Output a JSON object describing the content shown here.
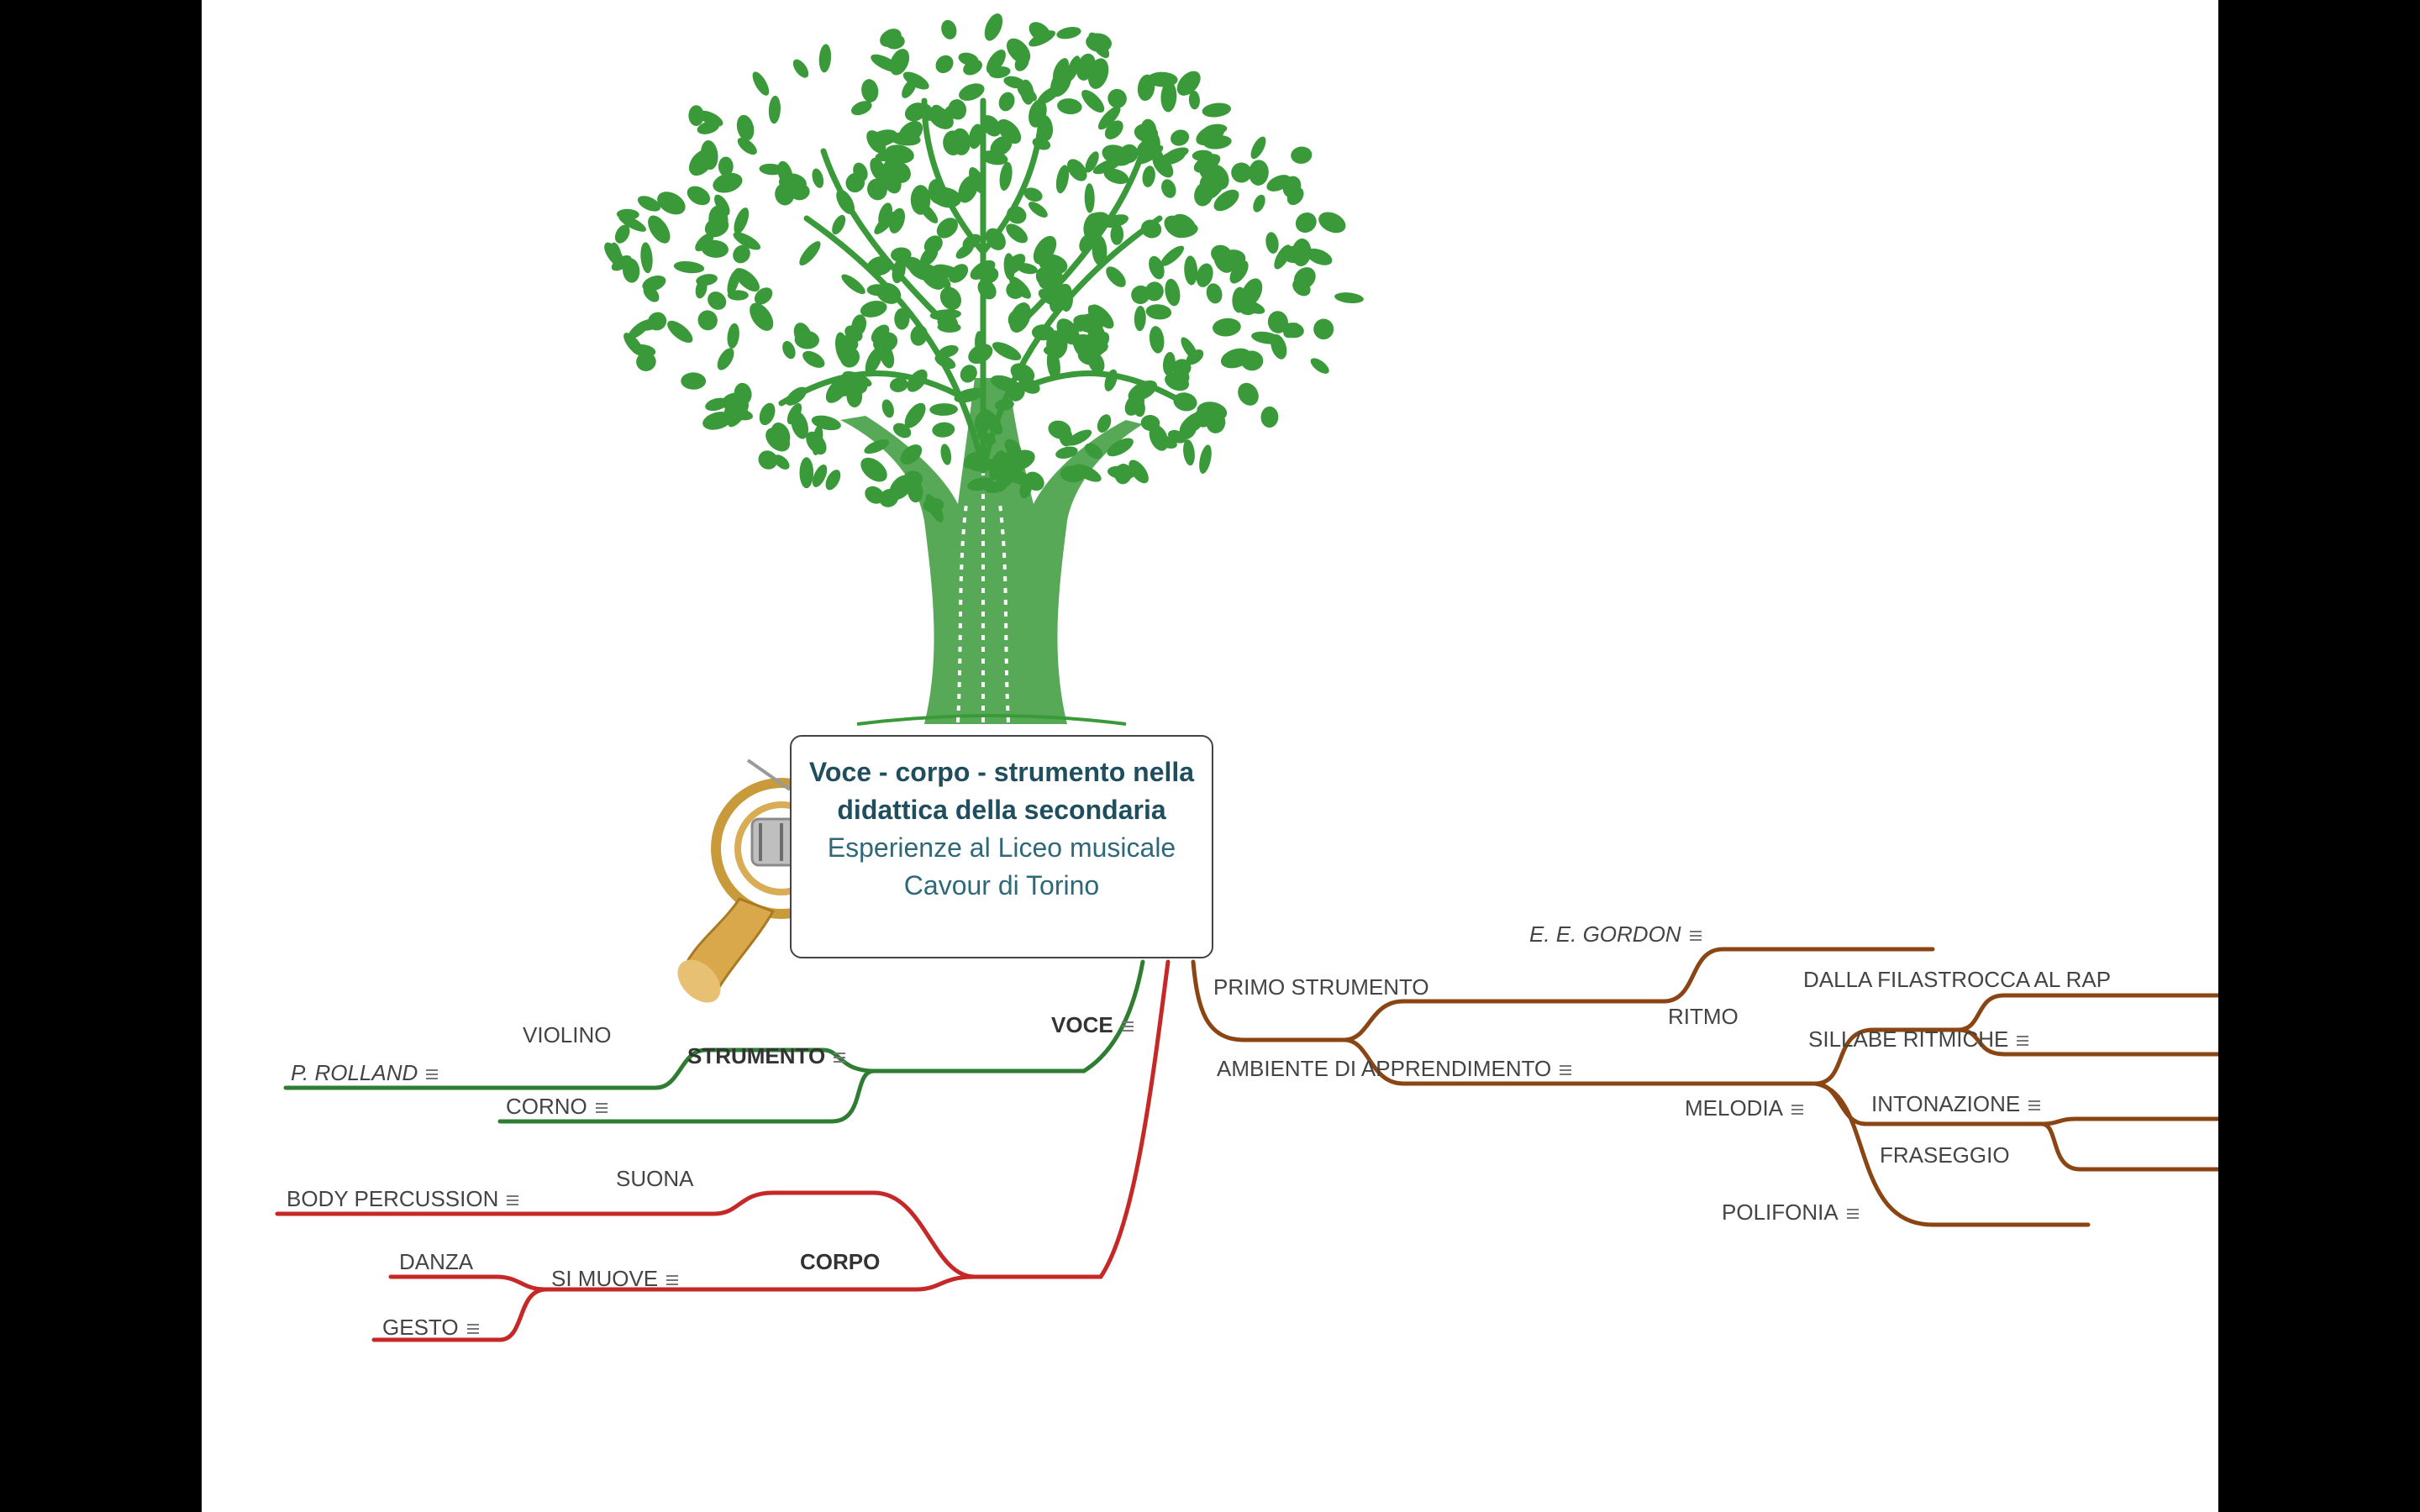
{
  "central_topic": {
    "title": "Voce - corpo - strumento nella didattica della secondaria",
    "subtitle": "Esperienze al Liceo musicale Cavour di Torino"
  },
  "colors": {
    "strumento": "#2e7d32",
    "corpo": "#c62828",
    "voce": "#8b4513",
    "tree": "#3a9a3a",
    "title_text": "#1f4e5e",
    "background": "#000000",
    "canvas": "#ffffff"
  },
  "icons": {
    "note": "note-icon",
    "tree_image": "tree-image",
    "horn_image": "french-horn-image"
  },
  "branches": {
    "strumento": {
      "label": "STRUMENTO",
      "children": {
        "violino": {
          "label": "VIOLINO",
          "children": {
            "rolland": {
              "label": "P. ROLLAND"
            }
          }
        },
        "corno": {
          "label": "CORNO"
        }
      }
    },
    "corpo": {
      "label": "CORPO",
      "children": {
        "suona": {
          "label": "SUONA",
          "children": {
            "body": {
              "label": "BODY PERCUSSION"
            }
          }
        },
        "si_muove": {
          "label": "SI MUOVE",
          "children": {
            "danza": {
              "label": "DANZA"
            },
            "gesto": {
              "label": "GESTO"
            }
          }
        }
      }
    },
    "voce": {
      "label": "VOCE",
      "children": {
        "primo": {
          "label": "PRIMO STRUMENTO",
          "children": {
            "gordon": {
              "label": "E. E. GORDON"
            }
          }
        },
        "ambiente": {
          "label": "AMBIENTE DI APPRENDIMENTO",
          "children": {
            "ritmo": {
              "label": "RITMO",
              "children": {
                "filastrocca": {
                  "label": "DALLA FILASTROCCA AL RAP"
                },
                "sillabe": {
                  "label": "SILLABE RITMICHE"
                }
              }
            },
            "melodia": {
              "label": "MELODIA",
              "children": {
                "intonazione": {
                  "label": "INTONAZIONE"
                },
                "fraseggio": {
                  "label": "FRASEGGIO"
                }
              }
            },
            "polifonia": {
              "label": "POLIFONIA"
            }
          }
        }
      }
    }
  }
}
